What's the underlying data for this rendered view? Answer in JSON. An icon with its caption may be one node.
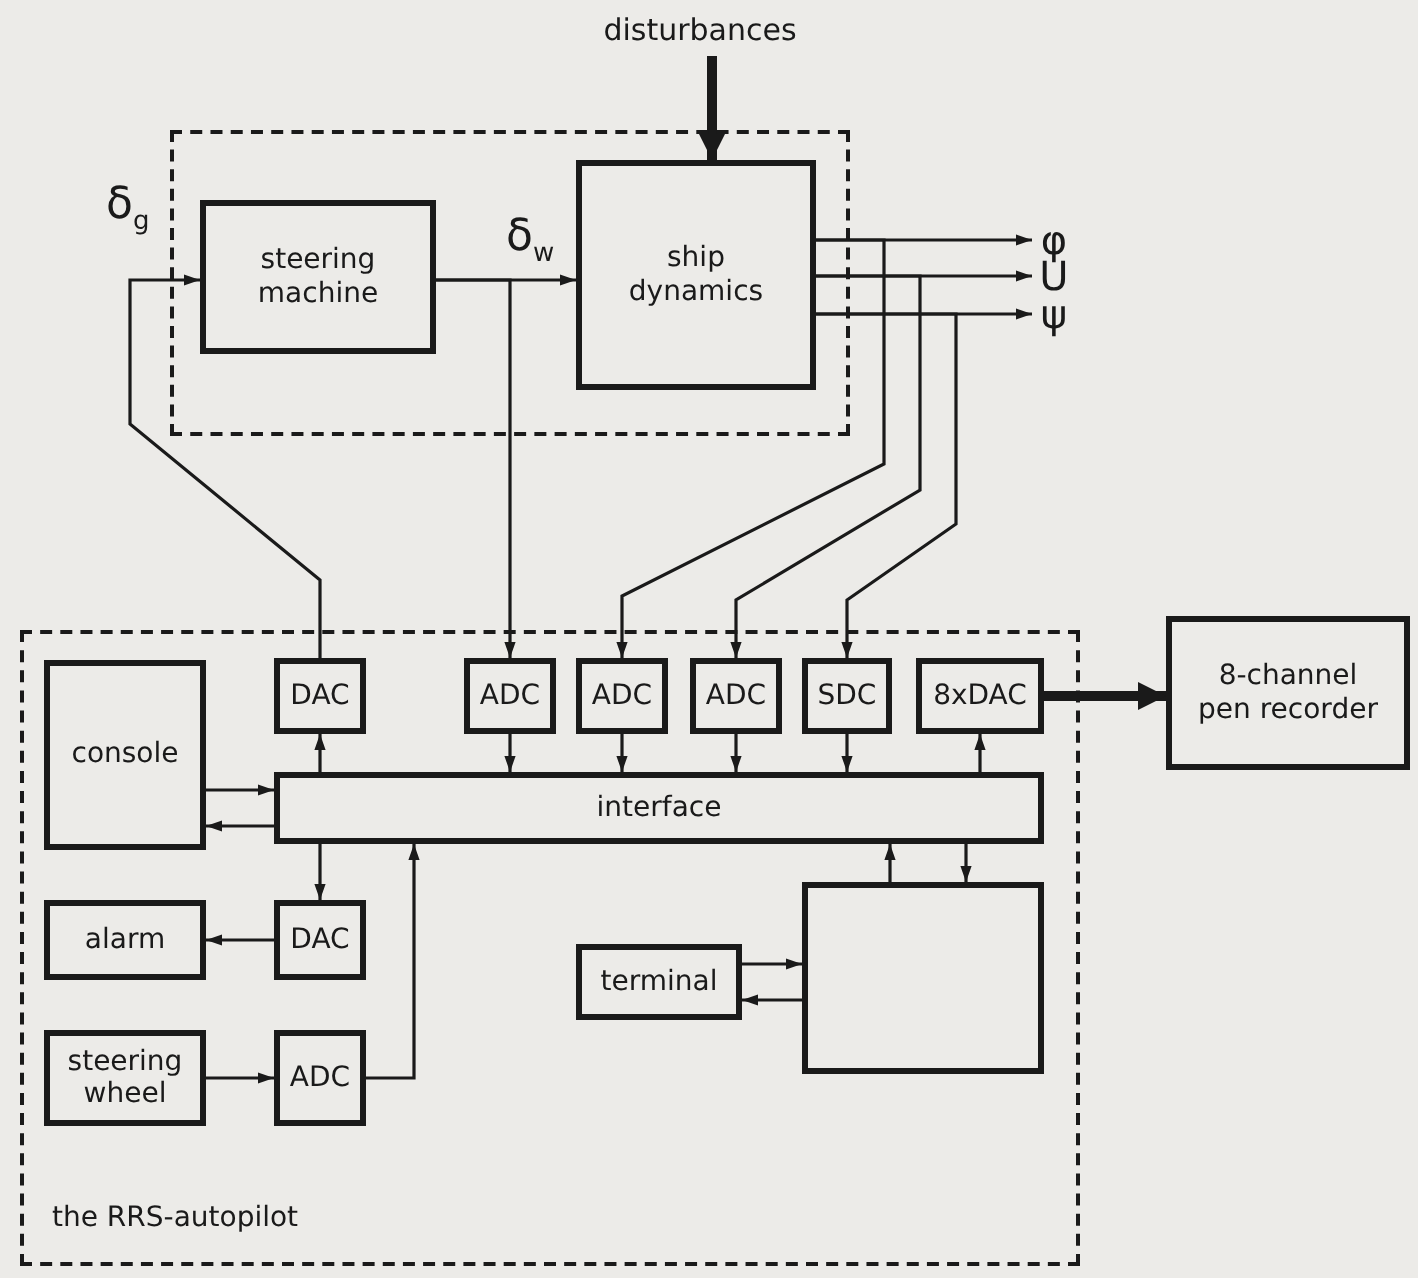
{
  "diagram": {
    "nodes": [
      {
        "text": [],
        "shape": "box"
      },
      {
        "text": [
          "steering machine"
        ],
        "in": 0
      },
      {
        "text": [
          "ship dynamics"
        ],
        "in": 0
      },
      {
        "text": [
          "disturbances"
        ]
      },
      {
        "text": [
          "φ"
        ]
      },
      {
        "text": [
          "U"
        ]
      },
      {
        "text": [
          "ψ"
        ]
      },
      {
        "text": [
          "the RRS-autopilot"
        ]
      },
      {
        "text": [
          "console"
        ],
        "in": 7
      },
      {
        "text": [
          "DAC"
        ],
        "in": 7
      },
      {
        "text": [
          "ADC"
        ],
        "in": 7
      },
      {
        "text": [
          "ADC"
        ],
        "in": 7
      },
      {
        "text": [
          "ADC"
        ],
        "in": 7
      },
      {
        "text": [
          "SDC"
        ],
        "in": 7
      },
      {
        "text": [
          "8xDAC"
        ],
        "in": 7
      },
      {
        "text": [
          "8-channel pen recorder"
        ]
      },
      {
        "text": [
          "interface"
        ],
        "in": 7
      },
      {
        "text": [
          "alarm"
        ],
        "in": 7
      },
      {
        "text": [
          "DAC"
        ],
        "in": 7
      },
      {
        "text": [
          "terminal"
        ],
        "in": 7
      },
      {
        "text": [],
        "shape": "box",
        "in": 7
      },
      {
        "text": [
          "steering wheel"
        ],
        "in": 7
      },
      {
        "text": [
          "ADC"
        ],
        "in": 7
      }
    ],
    "edges": [
      {
        "from": 3,
        "to": 2,
        "arrow": "to",
        "style": "thick"
      },
      {
        "from": 9,
        "to": 1,
        "arrow": "to",
        "label": "δ$_{g}$"
      },
      {
        "from": 1,
        "to": 2,
        "arrow": "to",
        "label": "δ$_{w}$"
      },
      {
        "from": 2,
        "to": 4,
        "arrow": "to"
      },
      {
        "from": 2,
        "to": 5,
        "arrow": "to"
      },
      {
        "from": 2,
        "to": 6,
        "arrow": "to"
      },
      {
        "from": 1,
        "to": 10,
        "arrow": "to"
      },
      {
        "from": 2,
        "to": 11,
        "arrow": "to"
      },
      {
        "from": 2,
        "to": 12,
        "arrow": "to"
      },
      {
        "from": 2,
        "to": 13,
        "arrow": "to"
      },
      {
        "from": 16,
        "to": 9,
        "arrow": "to"
      },
      {
        "from": 10,
        "to": 16,
        "arrow": "to"
      },
      {
        "from": 11,
        "to": 16,
        "arrow": "to"
      },
      {
        "from": 12,
        "to": 16,
        "arrow": "to"
      },
      {
        "from": 13,
        "to": 16,
        "arrow": "to"
      },
      {
        "from": 16,
        "to": 14,
        "arrow": "to"
      },
      {
        "from": 14,
        "to": 15,
        "arrow": "to",
        "style": "thick"
      },
      {
        "from": 8,
        "to": 16,
        "arrow": "to"
      },
      {
        "from": 16,
        "to": 8,
        "arrow": "to"
      },
      {
        "from": 16,
        "to": 18,
        "arrow": "to"
      },
      {
        "from": 18,
        "to": 17,
        "arrow": "to"
      },
      {
        "from": 21,
        "to": 22,
        "arrow": "to"
      },
      {
        "from": 22,
        "to": 16,
        "arrow": "to"
      },
      {
        "from": 20,
        "to": 16,
        "arrow": "to"
      },
      {
        "from": 16,
        "to": 20,
        "arrow": "to"
      },
      {
        "from": 19,
        "to": 20,
        "arrow": "to"
      },
      {
        "from": 20,
        "to": 19,
        "arrow": "to"
      }
    ]
  }
}
